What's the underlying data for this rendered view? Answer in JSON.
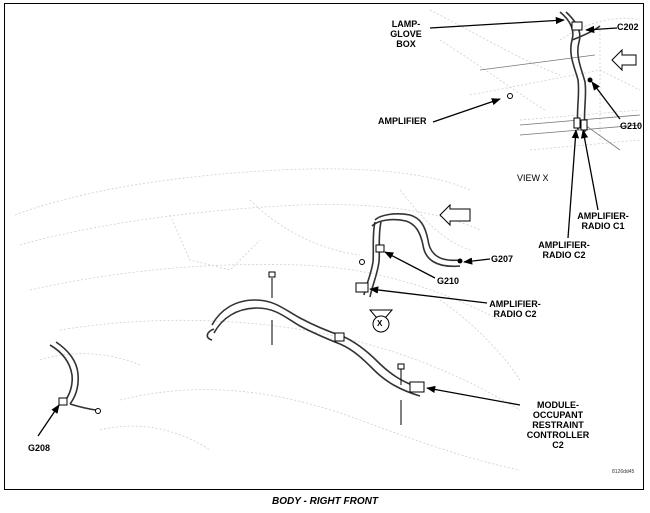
{
  "labels": {
    "lamp_glove_box": "LAMP-\nGLOVE\nBOX",
    "c202": "C202",
    "amplifier": "AMPLIFIER",
    "g210_top": "G210",
    "view_x": "VIEW X",
    "amplifier_radio_c1": "AMPLIFIER-\nRADIO C1",
    "amplifier_radio_c2_top": "AMPLIFIER-\nRADIO C2",
    "g207": "G207",
    "g210_mid": "G210",
    "amplifier_radio_c2_mid": "AMPLIFIER-\nRADIO C2",
    "module_orc": "MODULE-\nOCCUPANT\nRESTRAINT\nCONTROLLER\nC2",
    "g208": "G208",
    "view_marker": "X"
  },
  "figure_code": "8126dd45",
  "caption": "BODY - RIGHT FRONT"
}
